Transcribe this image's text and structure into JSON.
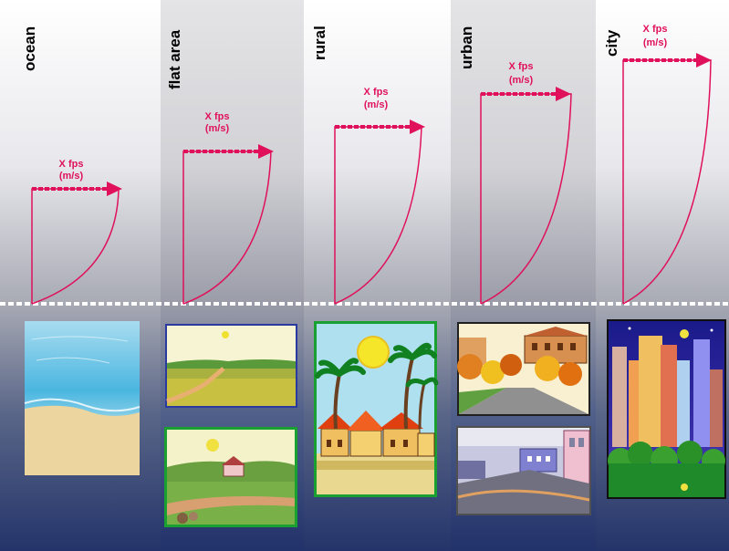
{
  "columns": [
    {
      "label": "ocean",
      "fps_line1": "X fps",
      "fps_line2": "(m/s)"
    },
    {
      "label": "flat area",
      "fps_line1": "X fps",
      "fps_line2": "(m/s)"
    },
    {
      "label": "rural",
      "fps_line1": "X fps",
      "fps_line2": "(m/s)"
    },
    {
      "label": "urban",
      "fps_line1": "X fps",
      "fps_line2": "(m/s)"
    },
    {
      "label": "city",
      "fps_line1": "X fps",
      "fps_line2": "(m/s)"
    }
  ],
  "colors": {
    "accent": "#e0105a",
    "ground_line": "#ffffff",
    "background_top": "#ffffff",
    "background_bottom": "#24346a"
  }
}
